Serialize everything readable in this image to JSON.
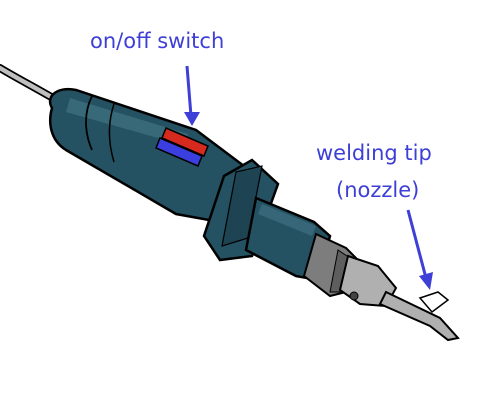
{
  "labels": {
    "switch": "on/off switch",
    "tip_line1": "welding tip",
    "tip_line2": "(nozzle)"
  },
  "colors": {
    "label_text": "#3d3fd6",
    "arrow": "#3d3fd6",
    "body": "#255262",
    "body_highlight": "#3d6f80",
    "outline": "#000000",
    "cord": "#bfbfbf",
    "switch_red": "#d62a1f",
    "switch_blue": "#3b3fe0",
    "collar_gray": "#7d7d7d",
    "tip_gray": "#b0b0b0"
  },
  "icons": {
    "arrow_switch": "arrow-down",
    "arrow_tip": "arrow-down"
  }
}
